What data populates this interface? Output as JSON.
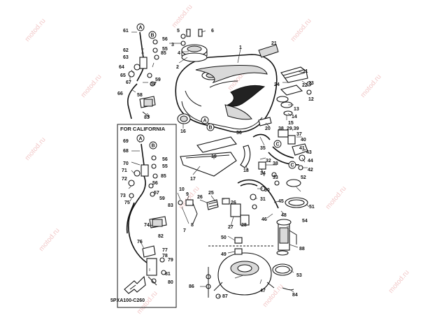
{
  "diagram": {
    "region_title": "FOR CALIFORNIA",
    "drawing_code": "5PXA100-C260",
    "watermark_text": "motod.ru",
    "circle_markers": [
      "A",
      "B",
      "C"
    ],
    "callouts": {
      "c1": "1",
      "c2": "2",
      "c3": "3",
      "c4": "4",
      "c5": "5",
      "c6": "6",
      "c7": "7",
      "c8": "8",
      "c9": "9",
      "c10": "10",
      "c11": "11",
      "c12": "12",
      "c13": "13",
      "c14": "14",
      "c15": "15",
      "c16": "16",
      "c17": "17",
      "c18": "18",
      "c19": "19",
      "c20": "20",
      "c21": "21",
      "c22": "22",
      "c23": "23",
      "c24": "24",
      "c25": "25",
      "c26a": "26",
      "c26b": "26",
      "c27": "27",
      "c28": "28",
      "c2939": "29,39",
      "c30": "30",
      "c31": "31",
      "c32": "32",
      "c33": "33",
      "c34": "34",
      "c35": "35",
      "c36": "36",
      "c37": "37",
      "c38a": "38",
      "c38b": "38",
      "c40": "40",
      "c41": "41",
      "c42": "42",
      "c43": "43",
      "c44": "44",
      "c45": "45",
      "c46": "46",
      "c47": "47",
      "c48": "48",
      "c49": "49",
      "c50": "50",
      "c51": "51",
      "c52": "52",
      "c53": "53",
      "c54": "54",
      "c55a": "55",
      "c55b": "55",
      "c56a": "56",
      "c56b": "56",
      "c56c": "56",
      "c57a": "57",
      "c57b": "57",
      "c58": "58",
      "c59a": "59",
      "c59b": "59",
      "c61": "61",
      "c62": "62",
      "c63": "63",
      "c64": "64",
      "c65": "65",
      "c66": "66",
      "c67": "67",
      "c68": "68",
      "c69": "69",
      "c70": "70",
      "c71": "71",
      "c72": "72",
      "c73": "73",
      "c74": "74",
      "c75": "75",
      "c76": "76",
      "c77": "77",
      "c78": "78",
      "c79": "79",
      "c80": "80",
      "c81": "81",
      "c82": "82",
      "c83a": "83",
      "c83b": "83",
      "c84": "84",
      "c85a": "85",
      "c85b": "85",
      "c86": "86",
      "c87": "87",
      "c88": "88"
    }
  }
}
